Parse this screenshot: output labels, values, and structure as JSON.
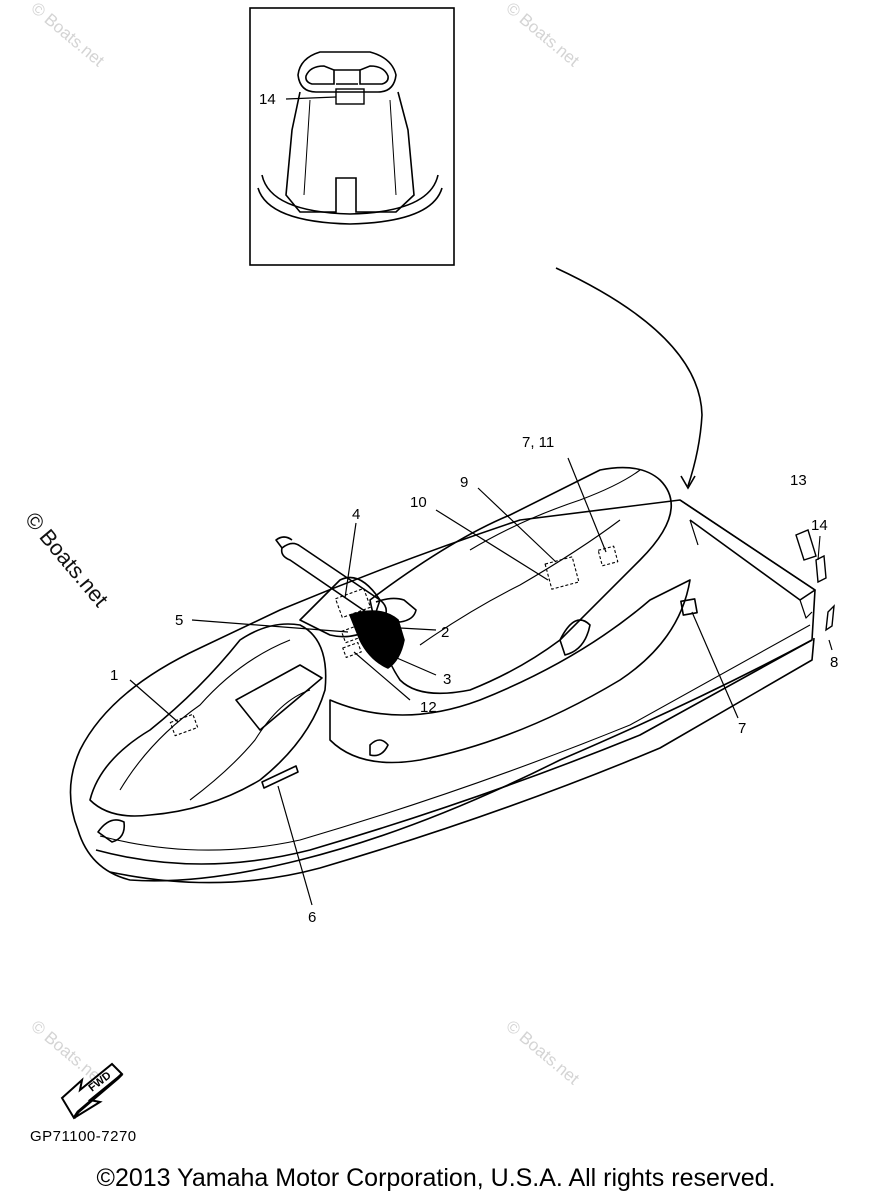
{
  "callouts": {
    "c1": "1",
    "c2": "2",
    "c3": "3",
    "c4": "4",
    "c5": "5",
    "c6": "6",
    "c7_right": "7",
    "c7_11": "7, 11",
    "c8": "8",
    "c9": "9",
    "c10": "10",
    "c12": "12",
    "c13": "13",
    "c14_side": "14",
    "c14_inset": "14"
  },
  "fwd_label": "FWD",
  "watermark": "© Boats.net",
  "part_code": "GP71100-7270",
  "copyright": "©2013 Yamaha Motor Corporation, U.S.A. All rights reserved."
}
